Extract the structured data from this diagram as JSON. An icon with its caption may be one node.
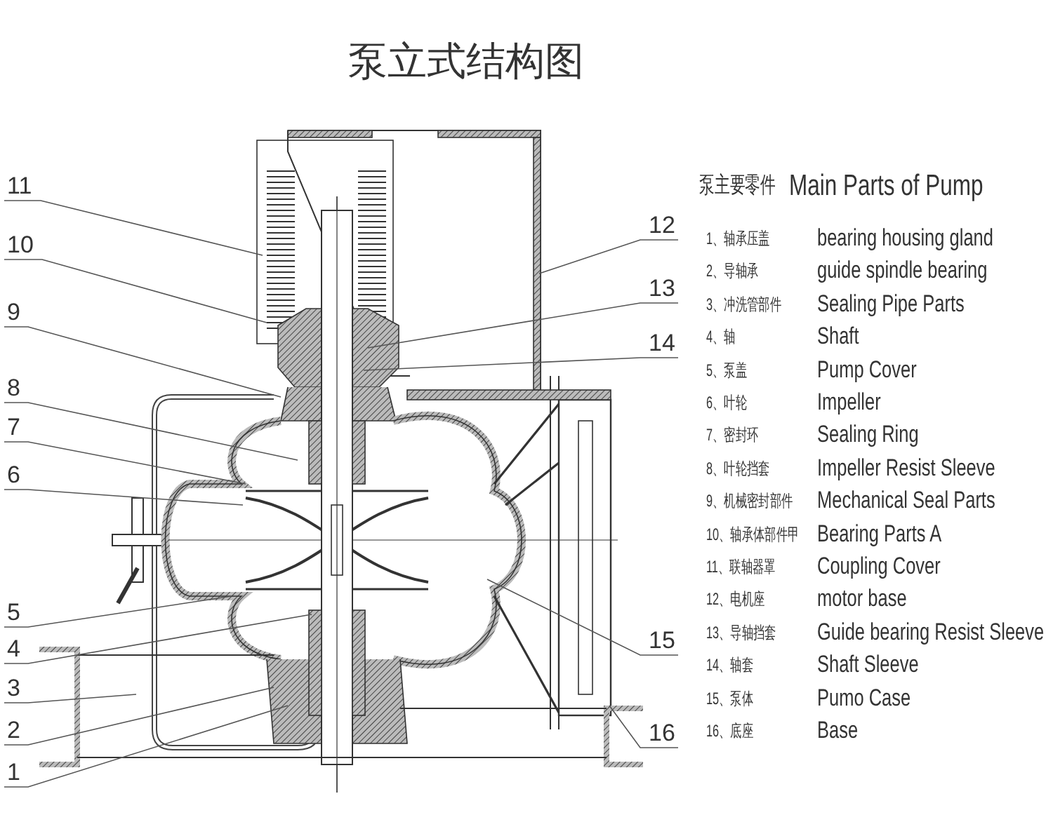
{
  "diagram": {
    "title": "泵立式结构图",
    "nodes": [
      {
        "text": [
          "11"
        ]
      },
      {
        "text": [
          "10"
        ]
      },
      {
        "text": [
          "9"
        ]
      },
      {
        "text": [
          "8"
        ]
      },
      {
        "text": [
          "7"
        ]
      },
      {
        "text": [
          "6"
        ]
      },
      {
        "text": [
          "5"
        ]
      },
      {
        "text": [
          "4"
        ]
      },
      {
        "text": [
          "3"
        ]
      },
      {
        "text": [
          "2"
        ]
      },
      {
        "text": [
          "1"
        ]
      },
      {
        "text": [
          "12"
        ]
      },
      {
        "text": [
          "13"
        ]
      },
      {
        "text": [
          "14"
        ]
      },
      {
        "text": [
          "15"
        ]
      },
      {
        "text": [
          "16"
        ]
      }
    ],
    "edges": [
      {
        "from": 0,
        "to": null,
        "arrow": "none"
      },
      {
        "from": 1,
        "to": null,
        "arrow": "none"
      },
      {
        "from": 2,
        "to": null,
        "arrow": "none"
      },
      {
        "from": 3,
        "to": null,
        "arrow": "none"
      },
      {
        "from": 4,
        "to": null,
        "arrow": "none"
      },
      {
        "from": 5,
        "to": null,
        "arrow": "none"
      },
      {
        "from": 6,
        "to": null,
        "arrow": "none"
      },
      {
        "from": 7,
        "to": null,
        "arrow": "none"
      },
      {
        "from": 8,
        "to": null,
        "arrow": "none"
      },
      {
        "from": 9,
        "to": null,
        "arrow": "none"
      },
      {
        "from": 10,
        "to": null,
        "arrow": "none"
      },
      {
        "from": 11,
        "to": null,
        "arrow": "none"
      },
      {
        "from": 12,
        "to": null,
        "arrow": "none"
      },
      {
        "from": 13,
        "to": null,
        "arrow": "none"
      },
      {
        "from": 14,
        "to": null,
        "arrow": "none"
      },
      {
        "from": 15,
        "to": null,
        "arrow": "none"
      }
    ],
    "labels": [
      "泵主要零件",
      "Main Parts of Pump",
      "1、轴承压盖",
      "bearing housing gland",
      "2、导轴承",
      "guide spindle bearing",
      "3、冲洗管部件",
      "Sealing Pipe Parts",
      "4、轴",
      "Shaft",
      "5、泵盖",
      "Pump Cover",
      "6、叶轮",
      "Impeller",
      "7、密封环",
      "Sealing Ring",
      "8、叶轮挡套",
      "Impeller Resist Sleeve",
      "9、机械密封部件",
      "Mechanical Seal Parts",
      "10、轴承体部件甲",
      "Bearing Parts A",
      "11、联轴器罩",
      "Coupling Cover",
      "12、电机座",
      "motor base",
      "13、导轴挡套",
      "Guide bearing Resist Sleeve",
      "14、轴套",
      "Shaft Sleeve",
      "15、泵体",
      "Pumo Case",
      "16、底座",
      "Base"
    ]
  }
}
